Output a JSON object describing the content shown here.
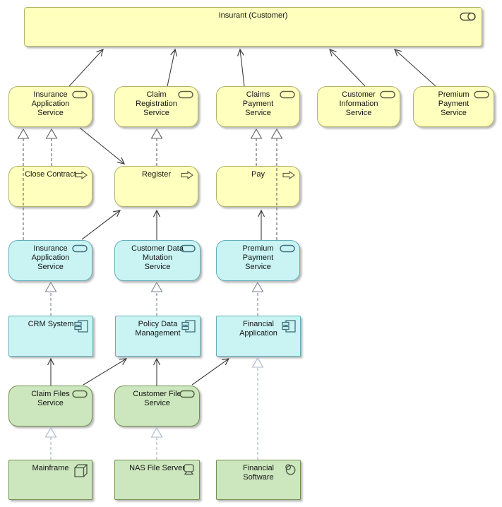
{
  "diagram": {
    "kind": "ArchiMate layered view",
    "colors": {
      "business_fill": "#FFFFBE",
      "business_border": "#B3B36D",
      "application_fill": "#CAF4F4",
      "application_border": "#64AEBA",
      "technology_fill": "#CCE6BE",
      "technology_border": "#74904E",
      "relation_dark": "#5F5F5F",
      "relation_medium": "#7B8691",
      "relation_light": "#A9B7C6",
      "serving_arrow": "#3D3D3D"
    }
  },
  "nodes": [
    {
      "id": "insurant",
      "label": "Insurant (Customer)",
      "type": "business-role"
    },
    {
      "id": "b-svc-insurance-app",
      "label": "Insurance\nApplication\nService",
      "type": "business-service"
    },
    {
      "id": "b-svc-claim-registration",
      "label": "Claim\nRegistration\nService",
      "type": "business-service"
    },
    {
      "id": "b-svc-claims-payment",
      "label": "Claims\nPayment\nService",
      "type": "business-service"
    },
    {
      "id": "b-svc-customer-info",
      "label": "Customer\nInformation\nService",
      "type": "business-service"
    },
    {
      "id": "b-svc-premium-payment",
      "label": "Premium\nPayment\nService",
      "type": "business-service"
    },
    {
      "id": "proc-close-contract",
      "label": "Close Contract",
      "type": "business-process"
    },
    {
      "id": "proc-register",
      "label": "Register",
      "type": "business-process"
    },
    {
      "id": "proc-pay",
      "label": "Pay",
      "type": "business-process"
    },
    {
      "id": "a-svc-insurance-app",
      "label": "Insurance\nApplication\nService",
      "type": "application-service"
    },
    {
      "id": "a-svc-customer-data-mutation",
      "label": "Customer Data\nMutation\nService",
      "type": "application-service"
    },
    {
      "id": "a-svc-premium-payment",
      "label": "Premium\nPayment\nService",
      "type": "application-service"
    },
    {
      "id": "comp-crm-system",
      "label": "CRM System",
      "type": "application-component"
    },
    {
      "id": "comp-policy-data-management",
      "label": "Policy Data\nManagement",
      "type": "application-component"
    },
    {
      "id": "comp-financial-application",
      "label": "Financial\nApplication",
      "type": "application-component"
    },
    {
      "id": "t-svc-claim-files",
      "label": "Claim Files\nService",
      "type": "technology-service"
    },
    {
      "id": "t-svc-customer-file",
      "label": "Customer File\nService",
      "type": "technology-service"
    },
    {
      "id": "node-mainframe",
      "label": "Mainframe",
      "type": "node"
    },
    {
      "id": "dev-nas-file-server",
      "label": "NAS File Server",
      "type": "device"
    },
    {
      "id": "sys-financial-software",
      "label": "Financial\nSoftware",
      "type": "system-software"
    }
  ],
  "edges": [
    {
      "type": "serving",
      "from": "b-svc-insurance-app",
      "to": "insurant"
    },
    {
      "type": "serving",
      "from": "b-svc-claim-registration",
      "to": "insurant"
    },
    {
      "type": "serving",
      "from": "b-svc-claims-payment",
      "to": "insurant"
    },
    {
      "type": "serving",
      "from": "b-svc-customer-info",
      "to": "insurant"
    },
    {
      "type": "serving",
      "from": "b-svc-premium-payment",
      "to": "insurant"
    },
    {
      "type": "serving",
      "from": "b-svc-insurance-app",
      "to": "proc-register"
    },
    {
      "type": "serving",
      "from": "a-svc-insurance-app",
      "to": "proc-register"
    },
    {
      "type": "serving",
      "from": "a-svc-customer-data-mutation",
      "to": "proc-register"
    },
    {
      "type": "serving",
      "from": "a-svc-premium-payment",
      "to": "proc-pay"
    },
    {
      "type": "serving",
      "from": "t-svc-claim-files",
      "to": "comp-crm-system"
    },
    {
      "type": "serving",
      "from": "t-svc-claim-files",
      "to": "comp-policy-data-management"
    },
    {
      "type": "serving",
      "from": "t-svc-customer-file",
      "to": "comp-policy-data-management"
    },
    {
      "type": "serving",
      "from": "t-svc-customer-file",
      "to": "comp-financial-application"
    },
    {
      "type": "realization",
      "from": "proc-close-contract",
      "to": "b-svc-insurance-app"
    },
    {
      "type": "realization",
      "from": "a-svc-insurance-app",
      "to": "b-svc-insurance-app"
    },
    {
      "type": "realization",
      "from": "proc-register",
      "to": "b-svc-claim-registration"
    },
    {
      "type": "realization",
      "from": "proc-pay",
      "to": "b-svc-claims-payment"
    },
    {
      "type": "realization",
      "from": "a-svc-premium-payment",
      "to": "b-svc-claims-payment"
    },
    {
      "type": "realization",
      "from": "comp-crm-system",
      "to": "a-svc-insurance-app"
    },
    {
      "type": "realization",
      "from": "comp-policy-data-management",
      "to": "a-svc-customer-data-mutation"
    },
    {
      "type": "realization",
      "from": "comp-financial-application",
      "to": "a-svc-premium-payment"
    },
    {
      "type": "realization",
      "from": "node-mainframe",
      "to": "t-svc-claim-files"
    },
    {
      "type": "realization",
      "from": "dev-nas-file-server",
      "to": "t-svc-customer-file"
    },
    {
      "type": "realization",
      "from": "sys-financial-software",
      "to": "comp-financial-application"
    }
  ]
}
